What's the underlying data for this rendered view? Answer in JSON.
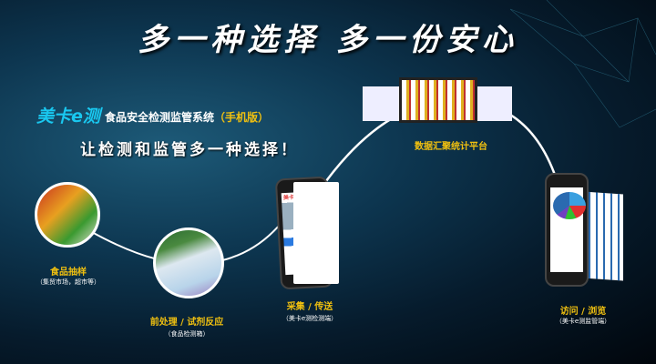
{
  "title": "多一种选择  多一份安心",
  "brand": "美卡e测",
  "system_name": "食品安全检测监管系统",
  "edition": "（手机版）",
  "slogan": "让检测和监管多一种选择！",
  "steps": [
    {
      "label": "食品抽样",
      "sub": "（集贸市场，超市等）"
    },
    {
      "label": "前处理 / 试剂反应",
      "sub": "（食品检测箱）"
    },
    {
      "label": "采集 / 传送",
      "sub": "（美卡e测检测端）"
    },
    {
      "label": "数据汇聚统计平台",
      "sub": ""
    },
    {
      "label": "访问 / 浏览",
      "sub": "（美卡e测监管端）"
    }
  ],
  "phone_banner": "美卡e测监管"
}
